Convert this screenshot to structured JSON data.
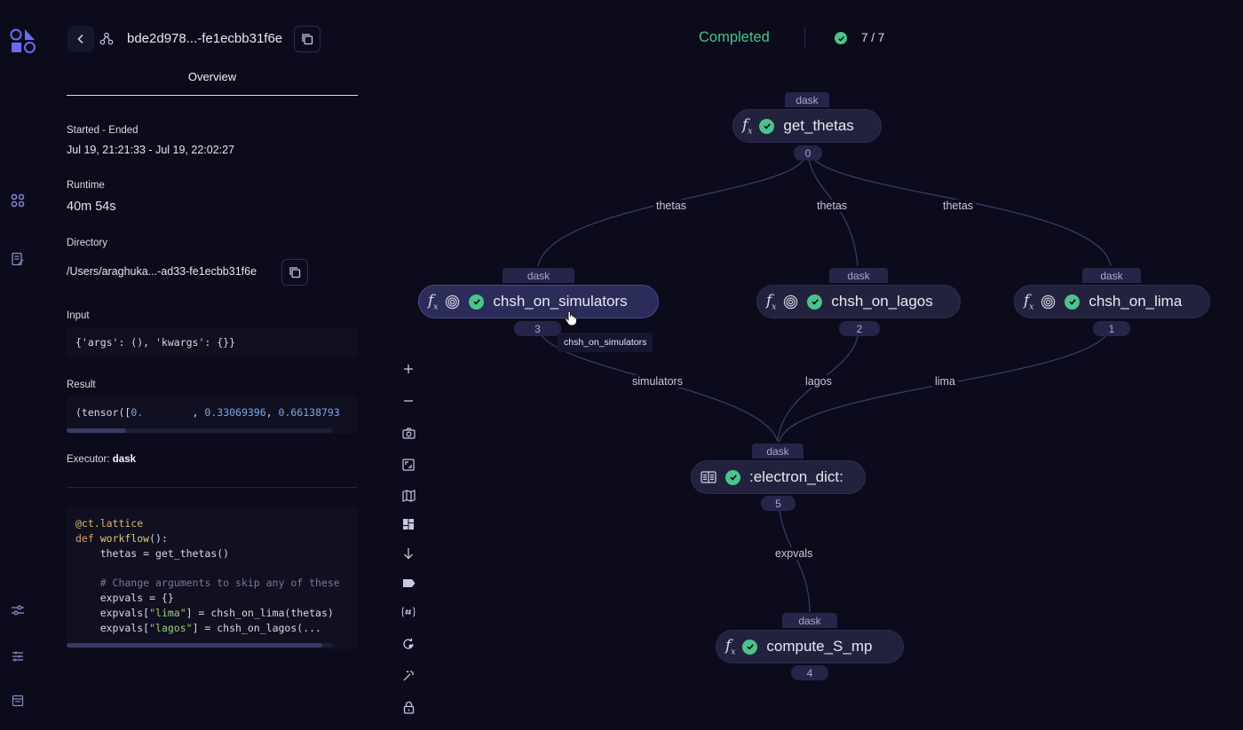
{
  "header": {
    "dispatch_id": "bde2d978...-fe1ecbb31f6e",
    "tab": "Overview",
    "status": "Completed",
    "progress": "7 / 7"
  },
  "details": {
    "started_ended_label": "Started - Ended",
    "started_ended_value": "Jul 19, 21:21:33 - Jul 19, 22:02:27",
    "runtime_label": "Runtime",
    "runtime_value": "40m 54s",
    "directory_label": "Directory",
    "directory_value": "/Users/araghuka...-ad33-fe1ecbb31f6e",
    "input_label": "Input",
    "input_value": "{'args': (), 'kwargs': {}}",
    "result_label": "Result",
    "result_prefix": "(tensor([",
    "result_n1": "0.",
    "result_n2": "0.33069396",
    "result_n3": "0.66138793",
    "executor_label": "Executor:",
    "executor_value": "dask"
  },
  "code": {
    "l1": "@ct.lattice",
    "l2_kw": "def",
    "l2_fn": "workflow",
    "l2_rest": "():",
    "l3": "    thetas = get_thetas()",
    "l5": "    # Change arguments to skip any of these",
    "l6": "    expvals = {}",
    "l7_a": "    expvals[",
    "l7_s": "\"lima\"",
    "l7_b": "] = chsh_on_lima(thetas)",
    "l8_a": "    expvals[",
    "l8_s": "\"lagos\"",
    "l8_b": "] = chsh_on_lagos(..."
  },
  "graph": {
    "nodes": [
      {
        "name": "get_thetas",
        "executor": "dask",
        "index": "0"
      },
      {
        "name": "chsh_on_simulators",
        "executor": "dask",
        "index": "3"
      },
      {
        "name": "chsh_on_lagos",
        "executor": "dask",
        "index": "2"
      },
      {
        "name": "chsh_on_lima",
        "executor": "dask",
        "index": "1"
      },
      {
        "name": ":electron_dict:",
        "executor": "dask",
        "index": "5"
      },
      {
        "name": "compute_S_mp",
        "executor": "dask",
        "index": "4"
      }
    ],
    "edge_labels": {
      "thetas_1": "thetas",
      "thetas_2": "thetas",
      "thetas_3": "thetas",
      "simulators": "simulators",
      "lagos": "lagos",
      "lima": "lima",
      "expvals": "expvals"
    },
    "tooltip": "chsh_on_simulators"
  },
  "colors": {
    "background": "#0b0b1c",
    "status_green": "#4cc38a",
    "node_fill": "#22223f",
    "accent": "#6a6af4"
  }
}
